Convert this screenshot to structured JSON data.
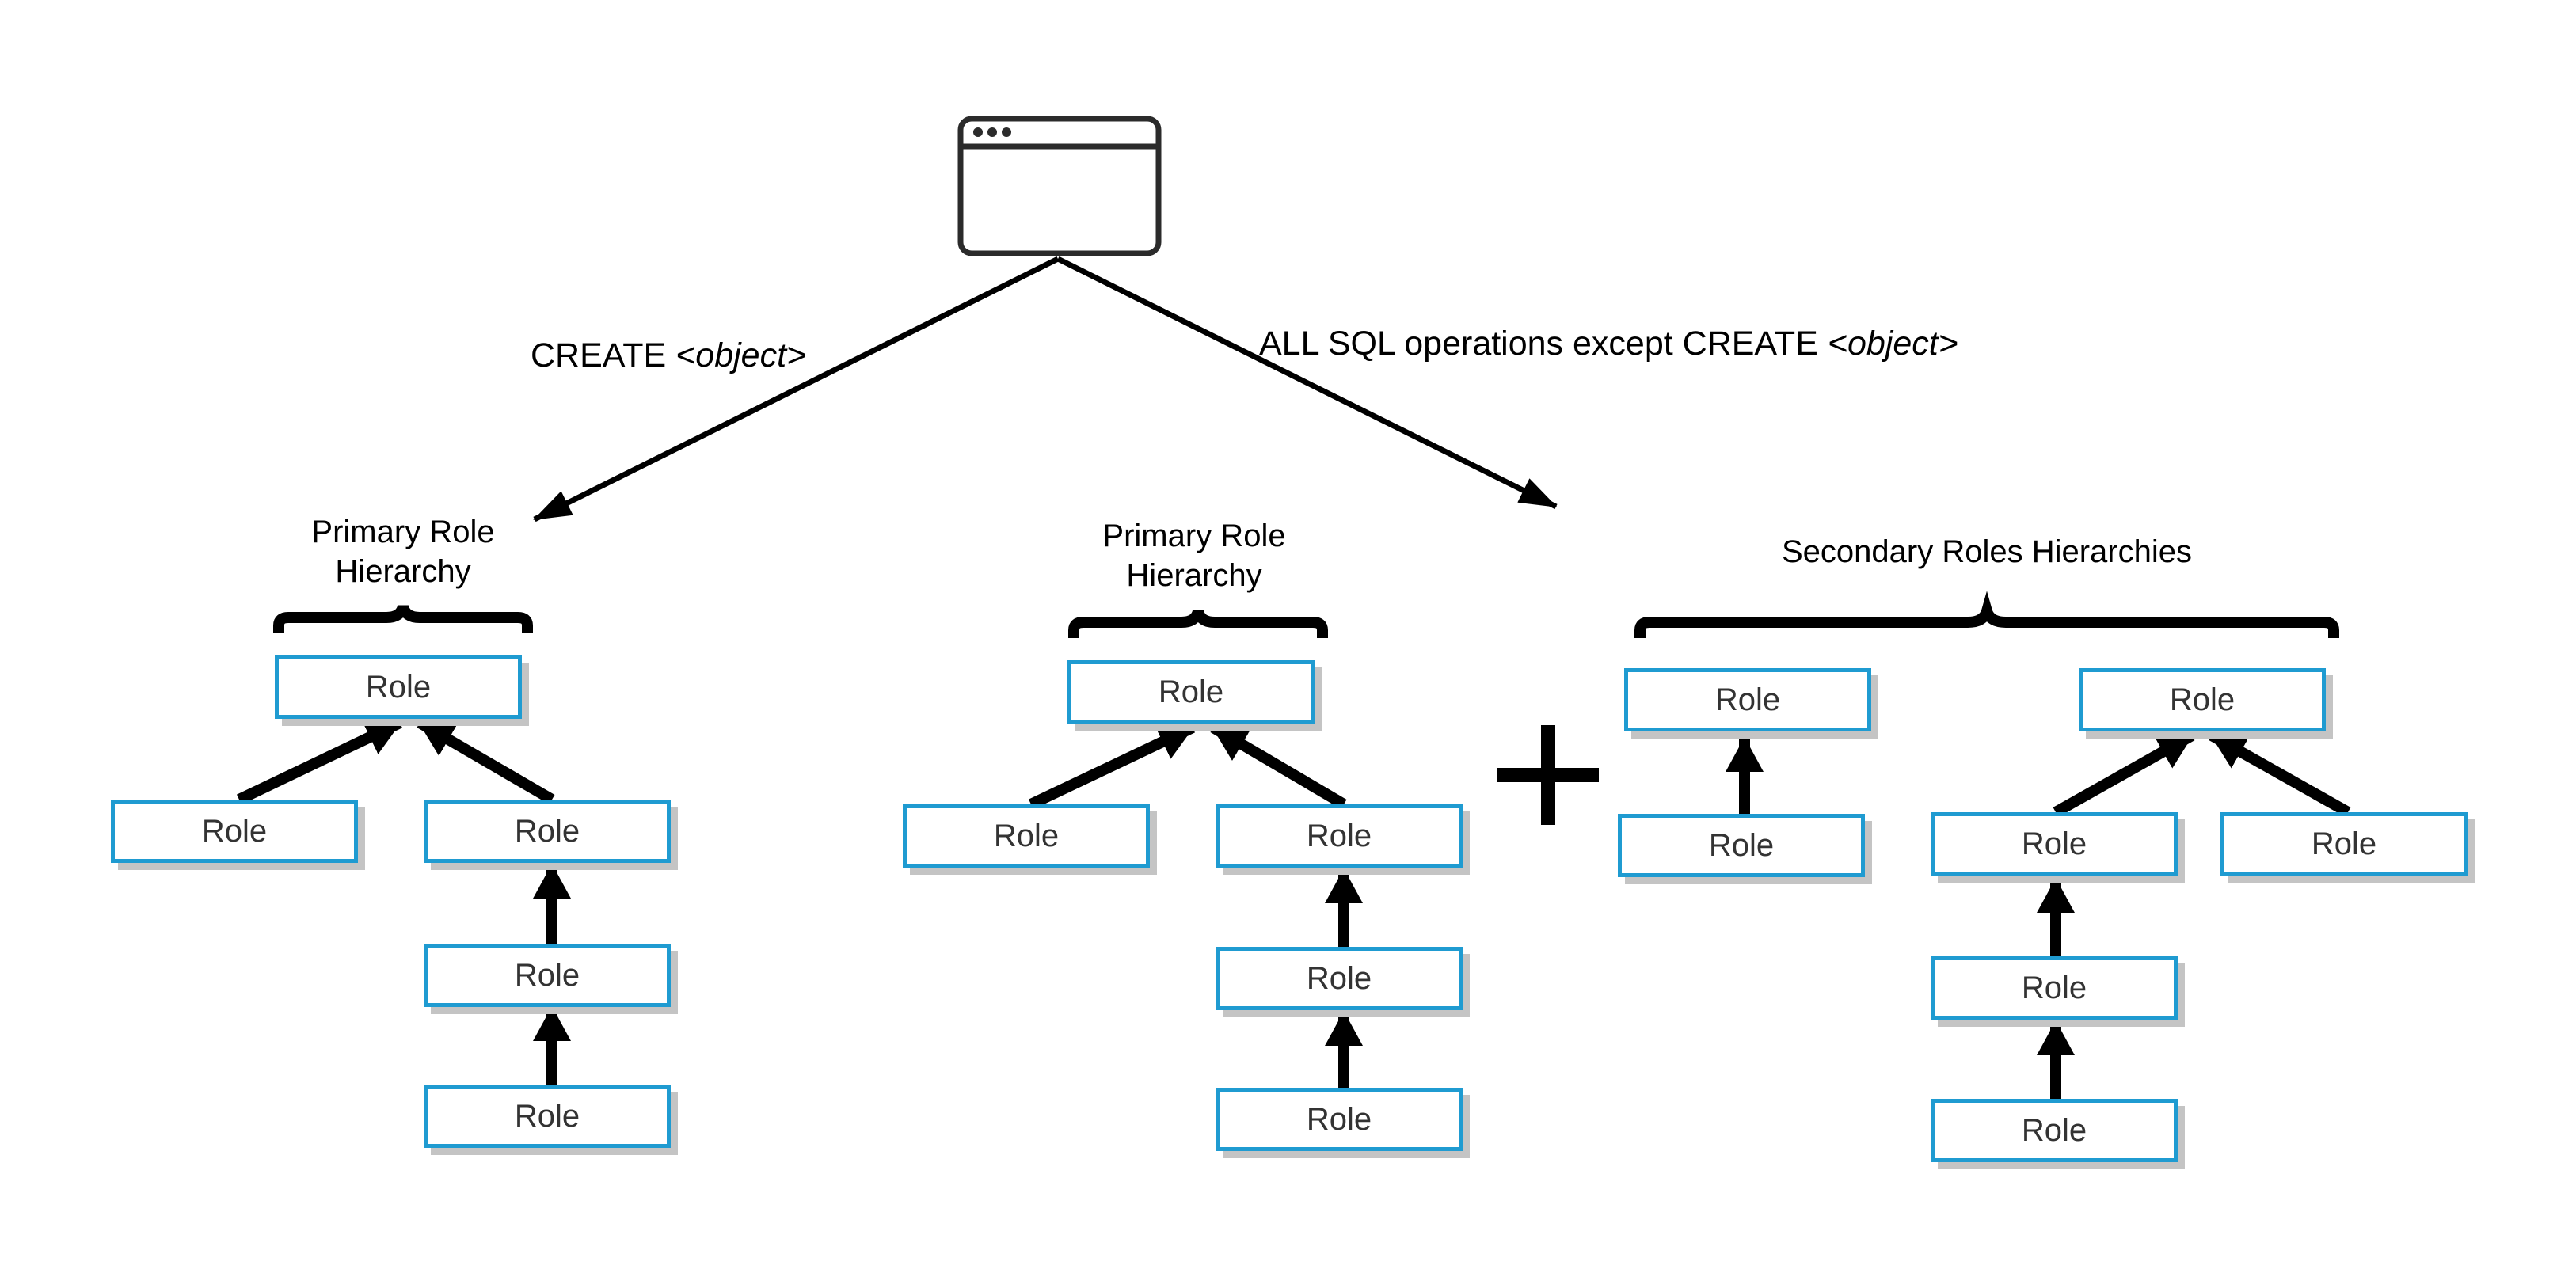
{
  "edges": {
    "create_label": "CREATE ",
    "create_object": "<object>",
    "other_label": "ALL SQL operations except CREATE ",
    "other_object": "<object>"
  },
  "groups": {
    "primary_1": {
      "line1": "Primary Role",
      "line2": "Hierarchy"
    },
    "primary_2": {
      "line1": "Primary Role",
      "line2": "Hierarchy"
    },
    "secondary": {
      "title": "Secondary Roles Hierarchies"
    }
  },
  "operator": "+",
  "role_label": "Role",
  "colors": {
    "role_border": "#1f9bd1",
    "role_shadow": "#c4c4c4",
    "line": "#000000"
  },
  "icon": "browser-window-icon"
}
